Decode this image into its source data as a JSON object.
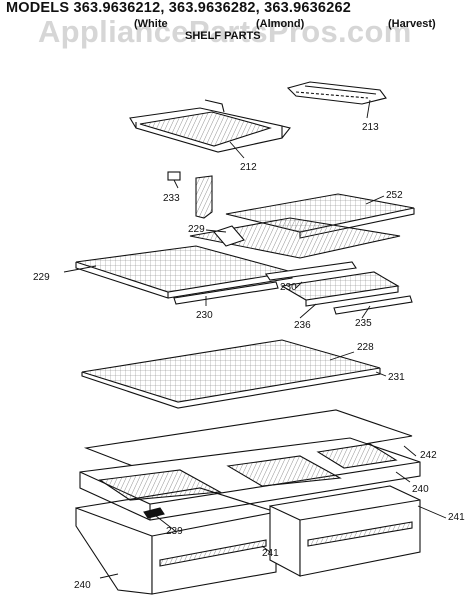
{
  "header": {
    "models_line": "MODELS 363.9636212, 363.9636282, 363.9636262",
    "variant_white": "(White",
    "variant_almond": "(Almond)",
    "variant_harvest": "(Harvest)",
    "section_title": "SHELF PARTS"
  },
  "watermark": "AppliancePartsPros.com",
  "callouts": {
    "p213": "213",
    "p212": "212",
    "p233": "233",
    "p252": "252",
    "p229a": "229",
    "p229b": "229",
    "p230a": "230",
    "p230b": "230",
    "p236": "236",
    "p235": "235",
    "p228": "228",
    "p231": "231",
    "p242": "242",
    "p240a": "240",
    "p241a": "241",
    "p239": "239",
    "p241b": "241",
    "p240b": "240"
  },
  "colors": {
    "line": "#111111",
    "hatch": "#555555",
    "watermark": "#cfcfcf"
  }
}
